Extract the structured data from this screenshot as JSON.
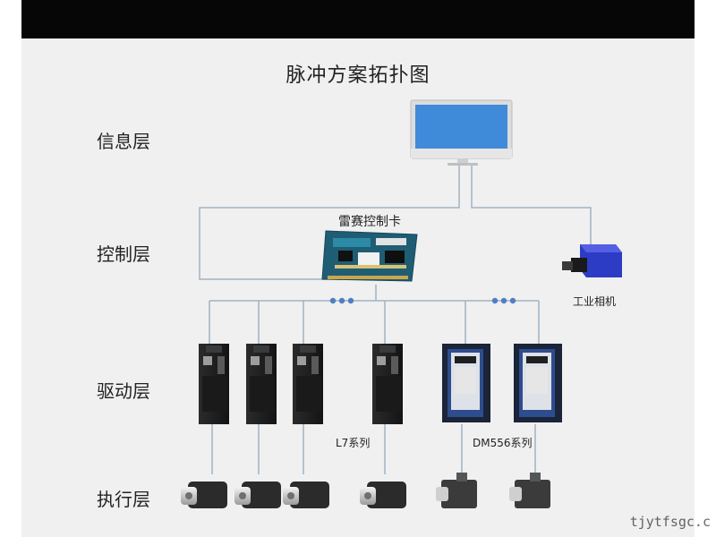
{
  "title": "脉冲方案拓扑图",
  "layers": {
    "info": "信息层",
    "control": "控制层",
    "drive": "驱动层",
    "exec": "执行层"
  },
  "labels": {
    "control_card": "雷赛控制卡",
    "camera": "工业相机",
    "l7_series": "L7系列",
    "dm556_series": "DM556系列"
  },
  "watermark": "tjytfsgc.c",
  "colors": {
    "line": "#9fb2c4",
    "screen": "#3f8bd9",
    "dots": "#4f7fc2"
  }
}
